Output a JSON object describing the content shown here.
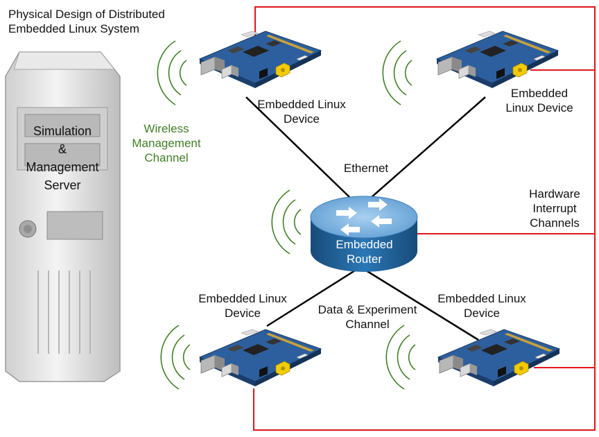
{
  "title": [
    "Physical Design of Distributed",
    "Embedded Linux System"
  ],
  "server": {
    "label": [
      "Simulation",
      "&",
      "Management",
      "Server"
    ]
  },
  "wireless_label": [
    "Wireless",
    "Management",
    "Channel"
  ],
  "devices": {
    "top_left": [
      "Embedded Linux",
      "Device"
    ],
    "top_right": [
      "Embedded",
      "Linux Device"
    ],
    "bottom_left": [
      "Embedded Linux",
      "Device"
    ],
    "bottom_right": [
      "Embedded Linux",
      "Device"
    ]
  },
  "router": {
    "label": [
      "Embedded",
      "Router"
    ]
  },
  "links": {
    "ethernet": "Ethernet",
    "data_channel": [
      "Data & Experiment",
      "Channel"
    ],
    "interrupt": [
      "Hardware",
      "Interrupt",
      "Channels"
    ]
  },
  "colors": {
    "interrupt_line": "#e3141b",
    "ethernet_line": "#000000",
    "wireless": "#3f7f24",
    "router_top": "#7fb3e0",
    "router_side": "#1f5f94",
    "board": "#2a5d9c"
  }
}
